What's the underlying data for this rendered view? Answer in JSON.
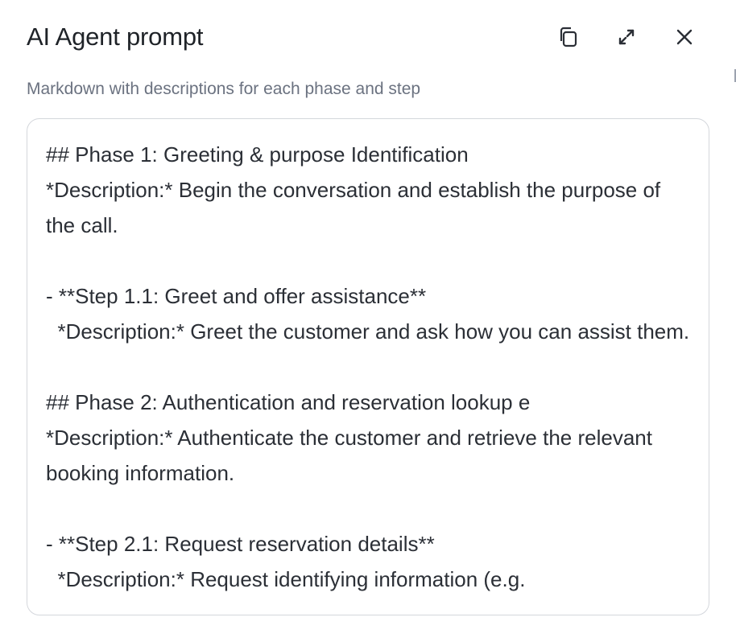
{
  "header": {
    "title": "AI Agent prompt",
    "subtitle": "Markdown with descriptions for each phase and step"
  },
  "toolbar": {
    "icons": [
      "copy-icon",
      "expand-icon",
      "close-icon"
    ]
  },
  "editor": {
    "content": "## Phase 1: Greeting & purpose Identification\n*Description:* Begin the conversation and establish the purpose of the call.\n\n- **Step 1.1: Greet and offer assistance**\n  *Description:* Greet the customer and ask how you can assist them.\n\n## Phase 2: Authentication and reservation lookup e\n*Description:* Authenticate the customer and retrieve the relevant booking information.\n\n- **Step 2.1: Request reservation details**\n  *Description:* Request identifying information (e.g."
  },
  "colors": {
    "text": "#1f2328",
    "muted": "#6b7280",
    "border": "#d4d7dc"
  }
}
